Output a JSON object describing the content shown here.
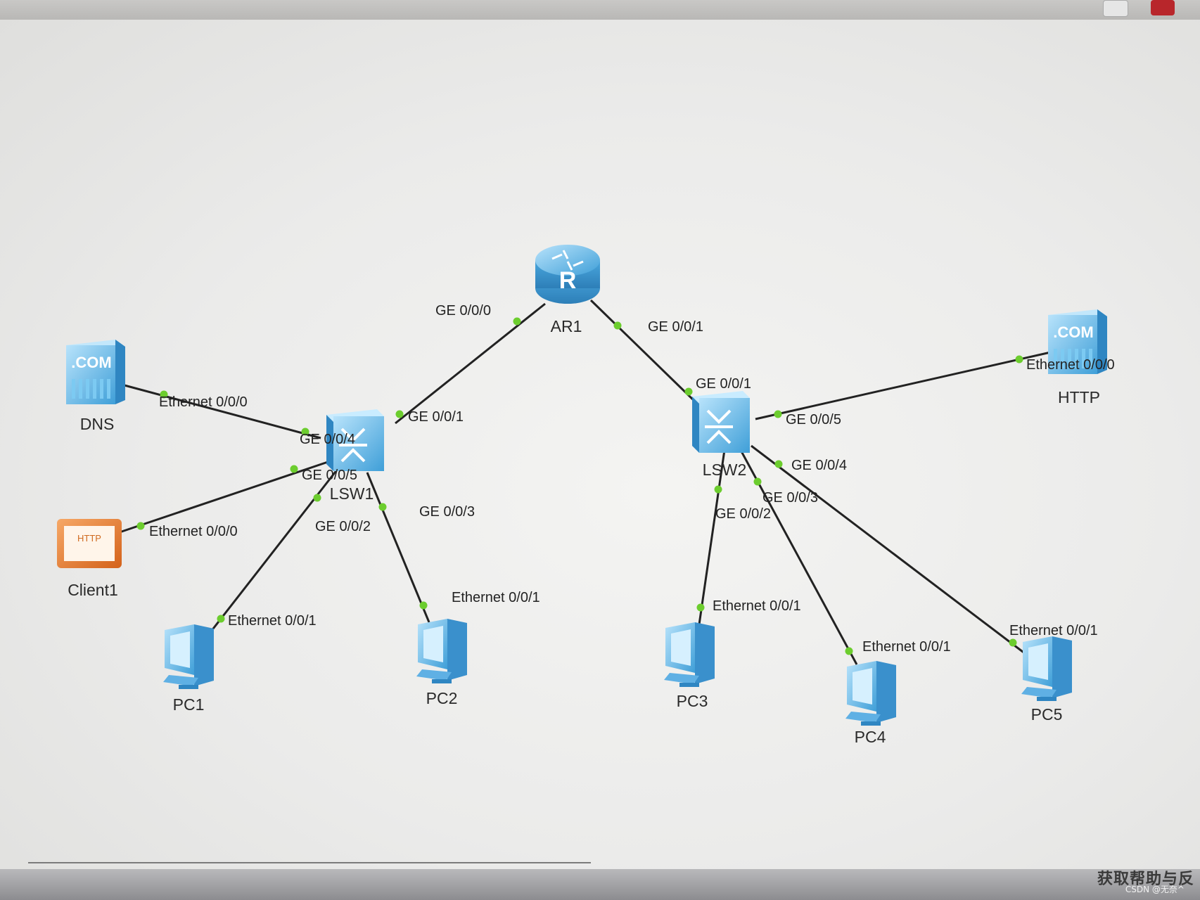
{
  "nodes": [
    {
      "id": "AR1",
      "label": "AR1",
      "icon": "router-icon"
    },
    {
      "id": "LSW1",
      "label": "LSW1",
      "icon": "switch-icon"
    },
    {
      "id": "LSW2",
      "label": "LSW2",
      "icon": "switch-icon"
    },
    {
      "id": "DNS",
      "label": "DNS",
      "icon": "server-icon"
    },
    {
      "id": "HTTP",
      "label": "HTTP",
      "icon": "server-icon"
    },
    {
      "id": "Client1",
      "label": "Client1",
      "icon": "client-icon"
    },
    {
      "id": "PC1",
      "label": "PC1",
      "icon": "pc-icon"
    },
    {
      "id": "PC2",
      "label": "PC2",
      "icon": "pc-icon"
    },
    {
      "id": "PC3",
      "label": "PC3",
      "icon": "pc-icon"
    },
    {
      "id": "PC4",
      "label": "PC4",
      "icon": "pc-icon"
    },
    {
      "id": "PC5",
      "label": "PC5",
      "icon": "pc-icon"
    }
  ],
  "links": [
    {
      "from": "AR1",
      "from_port": "GE 0/0/0",
      "to": "LSW1",
      "to_port": "GE 0/0/1"
    },
    {
      "from": "AR1",
      "from_port": "GE 0/0/1",
      "to": "LSW2",
      "to_port": "GE 0/0/1"
    },
    {
      "from": "DNS",
      "from_port": "Ethernet 0/0/0",
      "to": "LSW1",
      "to_port": "GE 0/0/4"
    },
    {
      "from": "Client1",
      "from_port": "Ethernet 0/0/0",
      "to": "LSW1",
      "to_port": "GE 0/0/5"
    },
    {
      "from": "PC1",
      "from_port": "Ethernet 0/0/1",
      "to": "LSW1",
      "to_port": "GE 0/0/2"
    },
    {
      "from": "PC2",
      "from_port": "Ethernet 0/0/1",
      "to": "LSW1",
      "to_port": "GE 0/0/3"
    },
    {
      "from": "HTTP",
      "from_port": "Ethernet 0/0/0",
      "to": "LSW2",
      "to_port": "GE 0/0/5"
    },
    {
      "from": "PC3",
      "from_port": "Ethernet 0/0/1",
      "to": "LSW2",
      "to_port": "GE 0/0/2"
    },
    {
      "from": "PC4",
      "from_port": "Ethernet 0/0/1",
      "to": "LSW2",
      "to_port": "GE 0/0/3"
    },
    {
      "from": "PC5",
      "from_port": "Ethernet 0/0/1",
      "to": "LSW2",
      "to_port": "GE 0/0/4"
    }
  ],
  "footer": {
    "help": "获取帮助与反",
    "watermark": "CSDN @无奈^"
  },
  "colors": {
    "link": "#222222",
    "port_dot": "#6ccd2e",
    "device": "#5fb7e8",
    "client": "#e87a2a"
  }
}
